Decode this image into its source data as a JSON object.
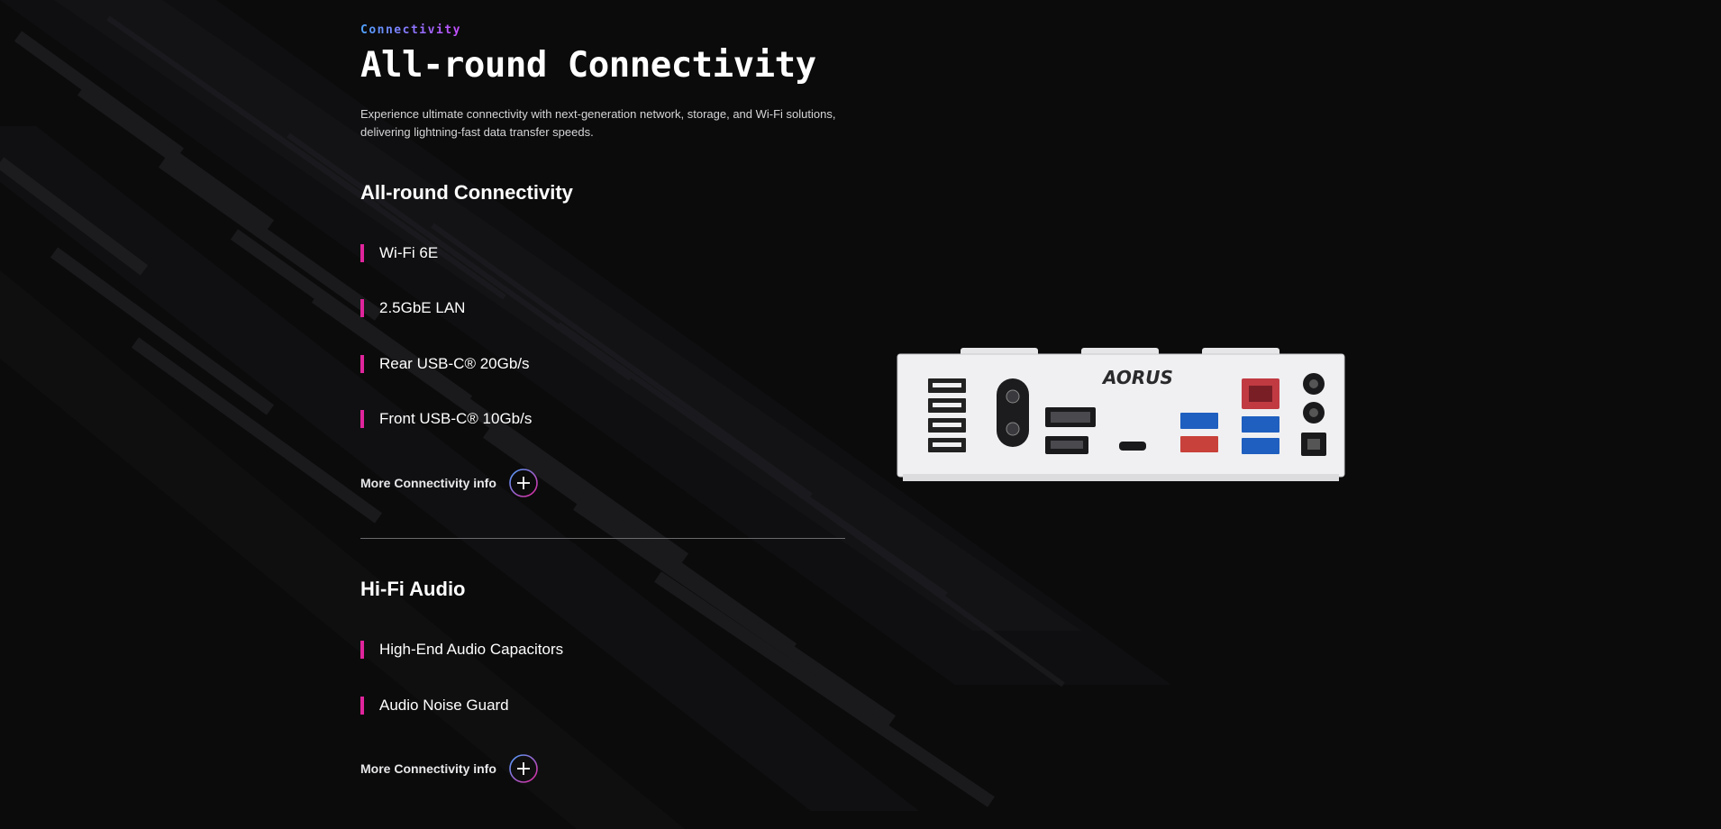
{
  "header": {
    "eyebrow": "Connectivity",
    "title": "All-round Connectivity",
    "description": "Experience ultimate connectivity with next-generation network, storage, and Wi-Fi solutions, delivering lightning-fast data transfer speeds."
  },
  "sections": [
    {
      "title": "All-round Connectivity",
      "features": [
        "Wi-Fi 6E",
        "2.5GbE LAN",
        "Rear USB-C® 20Gb/s",
        "Front USB-C® 10Gb/s"
      ],
      "more_label": "More Connectivity info"
    },
    {
      "title": "Hi-Fi Audio",
      "features": [
        "High-End Audio Capacitors",
        "Audio Noise Guard"
      ],
      "more_label": "More Connectivity info"
    }
  ],
  "product_image": {
    "brand": "AORUS",
    "icons": [
      "usb-icon",
      "wifi-icon",
      "dp-icon",
      "hdmi-icon",
      "lan-icon",
      "audio-jack-icon",
      "spdif-icon"
    ]
  },
  "colors": {
    "accent": "#e0259c",
    "gradient_start": "#4fa3ff",
    "gradient_end": "#c84bff",
    "background": "#0b0b0c"
  }
}
